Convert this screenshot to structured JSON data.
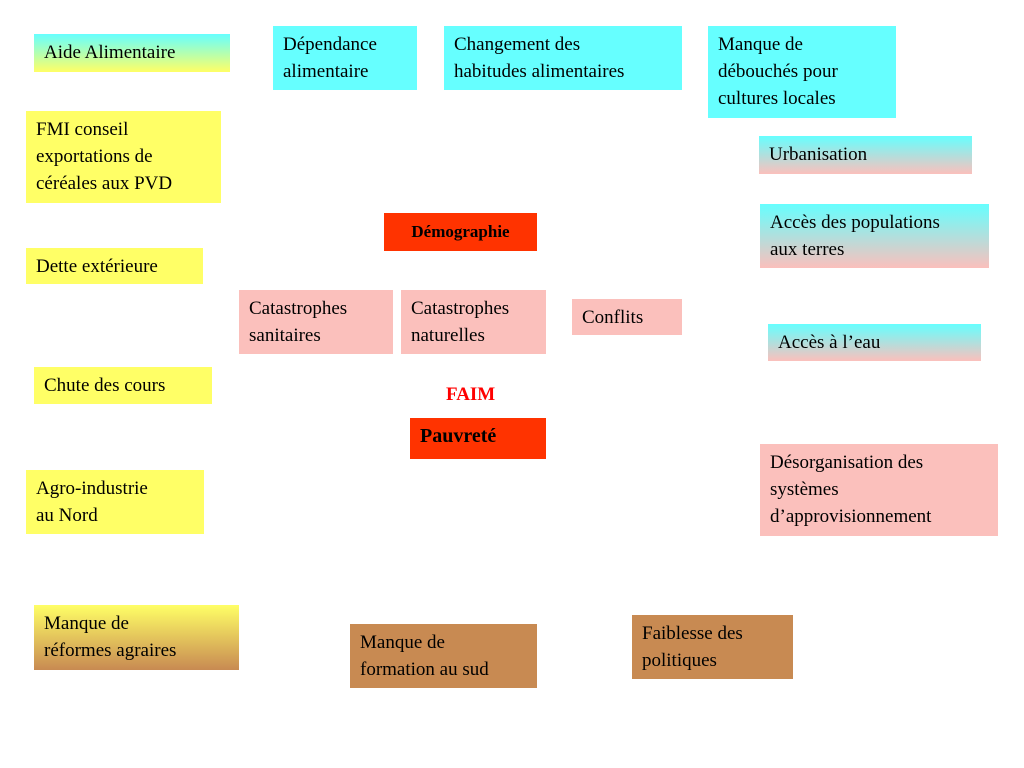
{
  "diagram": {
    "center_label": "FAIM",
    "boxes": {
      "aide_alimentaire": "Aide Alimentaire",
      "dependance_alimentaire": "Dépendance\nalimentaire",
      "changement_habitudes": "Changement des\nhabitudes alimentaires",
      "manque_debouches": "Manque de\ndébouchés pour\ncultures locales",
      "fmi_conseil": "FMI conseil\nexportations de\ncéréales aux PVD",
      "urbanisation": "Urbanisation",
      "demographie": "Démographie",
      "acces_terres": "Accès des populations\naux terres",
      "dette_exterieure": "Dette extérieure",
      "catastrophes_sanitaires": "Catastrophes\nsanitaires",
      "catastrophes_naturelles": "Catastrophes\nnaturelles",
      "conflits": "Conflits",
      "acces_eau": "Accès à l’eau",
      "chute_cours": "Chute des cours",
      "pauvrete": "Pauvreté",
      "desorganisation": "Désorganisation des\nsystèmes\nd’approvisionnement",
      "agro_industrie": "Agro-industrie\nau Nord",
      "manque_reformes": "Manque de\nréformes agraires",
      "manque_formation": "Manque de\nformation au sud",
      "faiblesse_politiques": "Faiblesse des\npolitiques"
    }
  }
}
